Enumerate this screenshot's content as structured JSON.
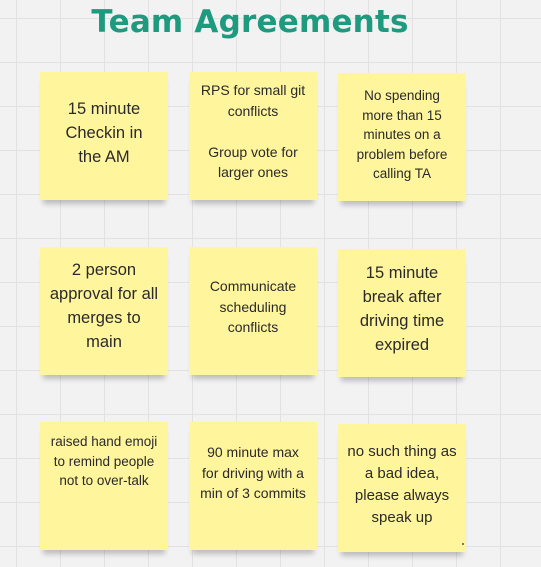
{
  "board": {
    "title": "Team Agreements",
    "notes": [
      {
        "text": "15 minute Checkin in the AM"
      },
      {
        "text": "RPS for small git conflicts\n\nGroup vote for larger ones"
      },
      {
        "text": "No spending more than 15 minutes on a problem before calling TA"
      },
      {
        "text": "2 person approval for all merges to main"
      },
      {
        "text": "Communicate scheduling conflicts"
      },
      {
        "text": "15 minute break after driving time expired"
      },
      {
        "text": "raised hand emoji to remind people not to over-talk"
      },
      {
        "text": "90 minute max for driving with a min of 3 commits"
      },
      {
        "text": "no such thing as a bad idea, please always speak up"
      }
    ],
    "colors": {
      "title": "#1e9a7e",
      "note": "#fff59d",
      "canvas": "#f2f2f2"
    }
  }
}
